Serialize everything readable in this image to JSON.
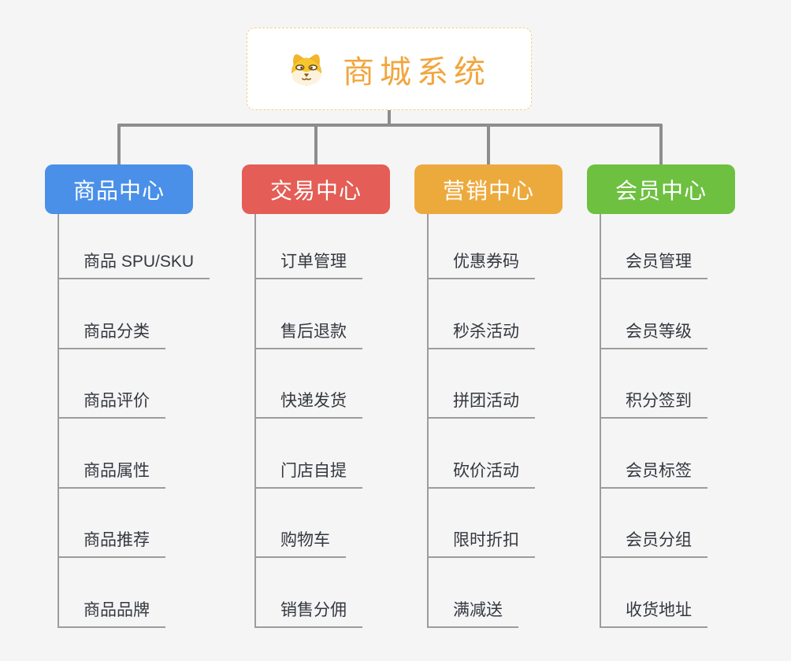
{
  "page": {
    "background_color": "#f5f5f6",
    "connector_color": "#8d8d8d",
    "leaf_line_color": "#9c9c9c",
    "leaf_text_color": "#34383e"
  },
  "root": {
    "title": "商城系统",
    "title_color": "#f0a63e",
    "border_color": "#f6cd8b",
    "icon": "dog-face-icon"
  },
  "branches": [
    {
      "label": "商品中心",
      "color": "#4a90e8",
      "items": [
        "商品 SPU/SKU",
        "商品分类",
        "商品评价",
        "商品属性",
        "商品推荐",
        "商品品牌"
      ]
    },
    {
      "label": "交易中心",
      "color": "#e45d56",
      "items": [
        "订单管理",
        "售后退款",
        "快递发货",
        "门店自提",
        "购物车",
        "销售分佣"
      ]
    },
    {
      "label": "营销中心",
      "color": "#ecaa3d",
      "items": [
        "优惠券码",
        "秒杀活动",
        "拼团活动",
        "砍价活动",
        "限时折扣",
        "满减送"
      ]
    },
    {
      "label": "会员中心",
      "color": "#6ec041",
      "items": [
        "会员管理",
        "会员等级",
        "积分签到",
        "会员标签",
        "会员分组",
        "收货地址"
      ]
    }
  ]
}
